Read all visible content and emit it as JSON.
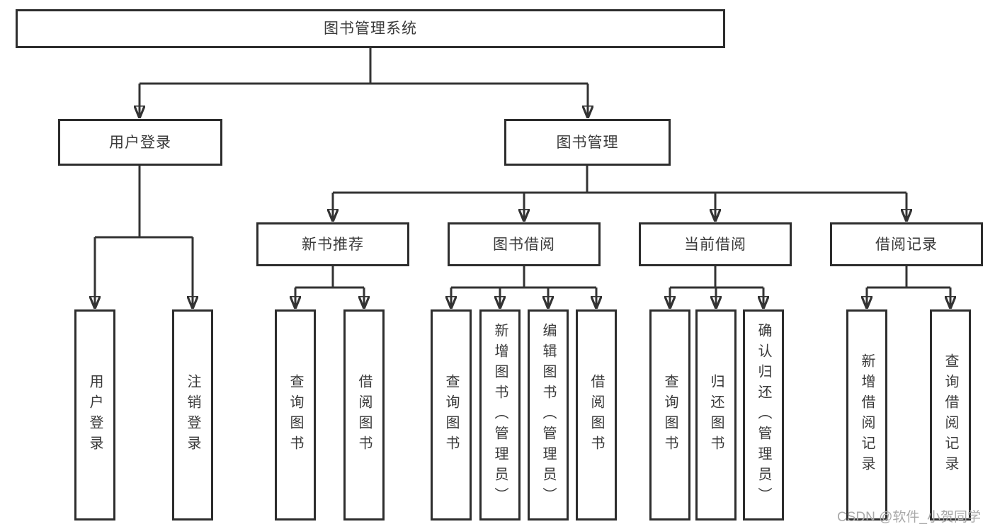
{
  "tree": {
    "root": {
      "label": "图书管理系统"
    },
    "level2": [
      {
        "label": "用户登录",
        "children": [
          {
            "label": "用户登录"
          },
          {
            "label": "注销登录"
          }
        ]
      },
      {
        "label": "图书管理",
        "children": [
          {
            "label": "新书推荐",
            "children": [
              {
                "label": "查询图书"
              },
              {
                "label": "借阅图书"
              }
            ]
          },
          {
            "label": "图书借阅",
            "children": [
              {
                "label": "查询图书"
              },
              {
                "label": "新增图书（管理员）"
              },
              {
                "label": "编辑图书（管理员）"
              },
              {
                "label": "借阅图书"
              }
            ]
          },
          {
            "label": "当前借阅",
            "children": [
              {
                "label": "查询图书"
              },
              {
                "label": "归还图书"
              },
              {
                "label": "确认归还（管理员）"
              }
            ]
          },
          {
            "label": "借阅记录",
            "children": [
              {
                "label": "新增借阅记录"
              },
              {
                "label": "查询借阅记录"
              }
            ]
          }
        ]
      }
    ]
  },
  "watermark": {
    "text": "CSDN @软件_小贺同学"
  },
  "colors": {
    "line": "#333333",
    "box_border": "#2d2d2d",
    "box_fill": "#ffffff",
    "text": "#3a3a3a",
    "watermark": "#a9a9a9",
    "background": "#ffffff"
  }
}
